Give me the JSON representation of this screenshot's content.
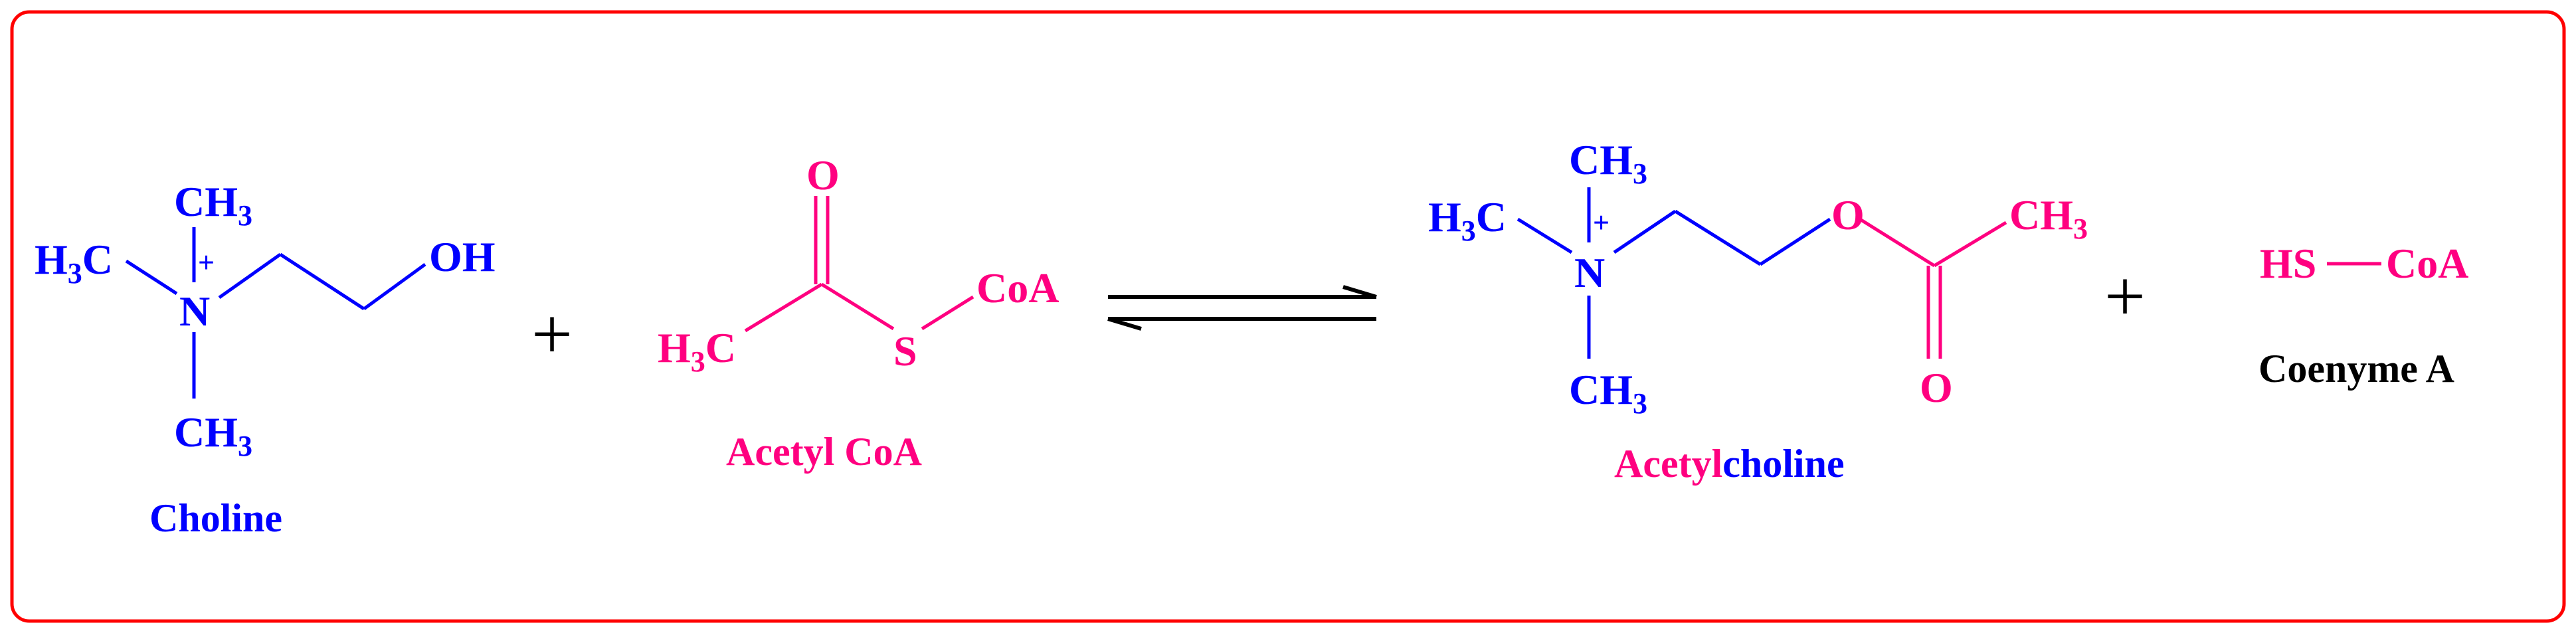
{
  "colors": {
    "choline": "#0000ff",
    "acetyl": "#ff0080",
    "frame": "#ff0000",
    "black": "#000000"
  },
  "choline": {
    "methyl_top": "CH",
    "methyl_top_sub": "3",
    "methyl_left": "H",
    "methyl_left_sub": "3",
    "methyl_left_c": "C",
    "nitrogen": "N",
    "charge": "+",
    "methyl_bottom": "CH",
    "methyl_bottom_sub": "3",
    "hydroxyl": "OH",
    "name": "Choline"
  },
  "plus_1": "+",
  "acetyl_coa": {
    "oxygen": "O",
    "methyl": "H",
    "methyl_sub": "3",
    "methyl_c": "C",
    "sulfur": "S",
    "coa": "CoA",
    "name": "Acetyl CoA"
  },
  "acetylcholine": {
    "methyl_top": "CH",
    "methyl_top_sub": "3",
    "methyl_left": "H",
    "methyl_left_sub": "3",
    "methyl_left_c": "C",
    "nitrogen": "N",
    "charge": "+",
    "methyl_bottom": "CH",
    "methyl_bottom_sub": "3",
    "ester_oxygen": "O",
    "methyl_right": "CH",
    "methyl_right_sub": "3",
    "carbonyl_oxygen": "O",
    "name_part1": "Acetyl",
    "name_part2": "choline"
  },
  "plus_2": "+",
  "coenzyme_a": {
    "hs": "HS",
    "coa": "CoA",
    "name": "Coenyme A"
  }
}
